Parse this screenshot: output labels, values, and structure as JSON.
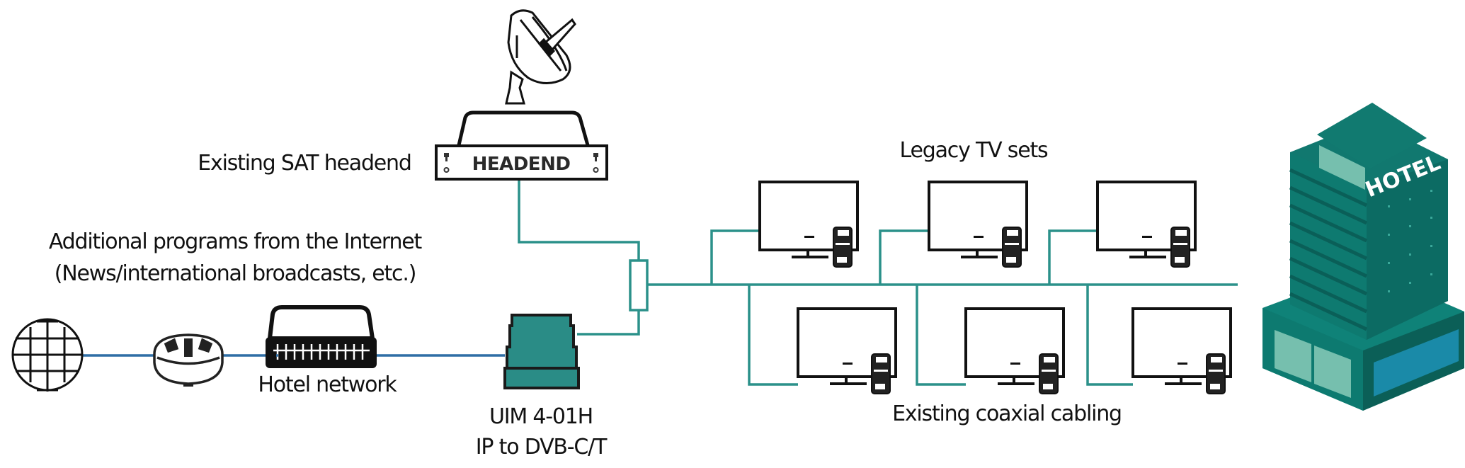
{
  "labels": {
    "sat_headend": "Existing SAT headend",
    "internet_line1": "Additional programs from the Internet",
    "internet_line2": "(News/international broadcasts, etc.)",
    "hotel_network": "Hotel network",
    "uim_line1": "UIM 4-01H",
    "uim_line2": "IP to DVB-C/T",
    "legacy_tv": "Legacy TV sets",
    "coax": "Existing coaxial cabling"
  },
  "headend": {
    "label": "HEADEND"
  },
  "icons": {
    "dish": "satellite-dish-icon",
    "globe": "internet-globe-icon",
    "router": "router-icon",
    "switch": "network-switch-icon",
    "uim": "uim-modulator-icon",
    "splitter": "coax-splitter-icon",
    "tv": "tv-with-settop-box-icon",
    "building": "hotel-building-icon"
  },
  "building": {
    "sign": "HOTEL"
  },
  "tv_sets": {
    "top_row_count": 3,
    "bottom_row_count": 3
  },
  "colors": {
    "coax_line": "#2b918a",
    "ip_line": "#2f6ea5",
    "uim_fill": "#2a8c86",
    "building_main": "#127a72",
    "building_light": "#76bfae",
    "building_blue": "#1a8aa8"
  }
}
